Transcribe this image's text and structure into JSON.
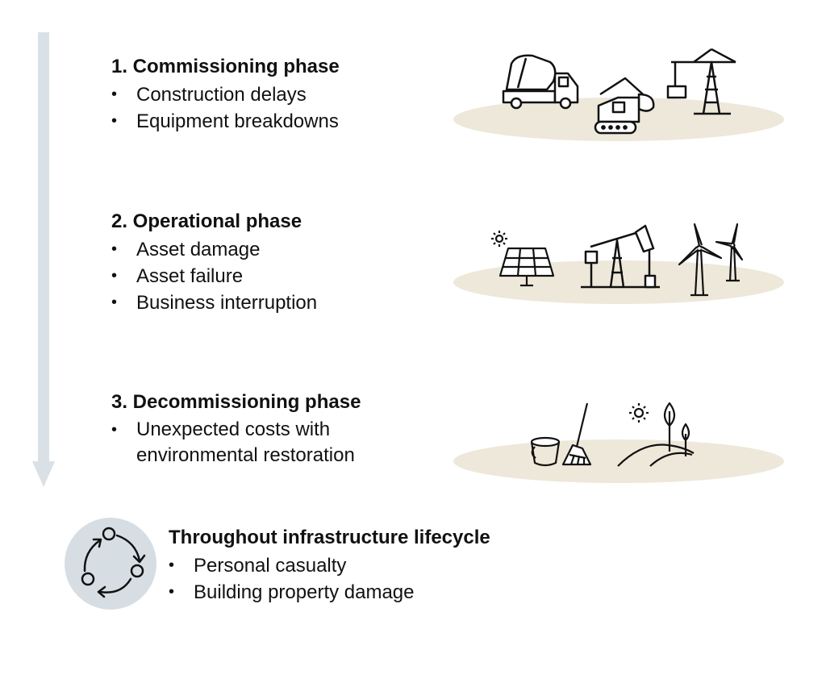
{
  "phases": [
    {
      "title": "1. Commissioning phase",
      "items": [
        "Construction delays",
        "Equipment breakdowns"
      ],
      "icons": [
        "cement-mixer-truck-icon",
        "excavator-icon",
        "tower-crane-icon"
      ]
    },
    {
      "title": "2. Operational phase",
      "items": [
        "Asset damage",
        "Asset failure",
        "Business interruption"
      ],
      "icons": [
        "solar-panel-icon",
        "oil-pump-jack-icon",
        "wind-turbine-icon"
      ]
    },
    {
      "title": "3. Decommissioning phase",
      "items": [
        "Unexpected costs with environmental restoration"
      ],
      "icons": [
        "bucket-and-broom-icon",
        "landscape-with-trees-icon"
      ]
    }
  ],
  "lifecycle": {
    "title": "Throughout infrastructure lifecycle",
    "items": [
      "Personal casualty",
      "Building property damage"
    ],
    "icon": "lifecycle-cycle-icon"
  },
  "colors": {
    "arrow": "#D9E1E6",
    "ground": "#EEE8DA",
    "circle": "#D6DEE3",
    "line": "#111111"
  }
}
